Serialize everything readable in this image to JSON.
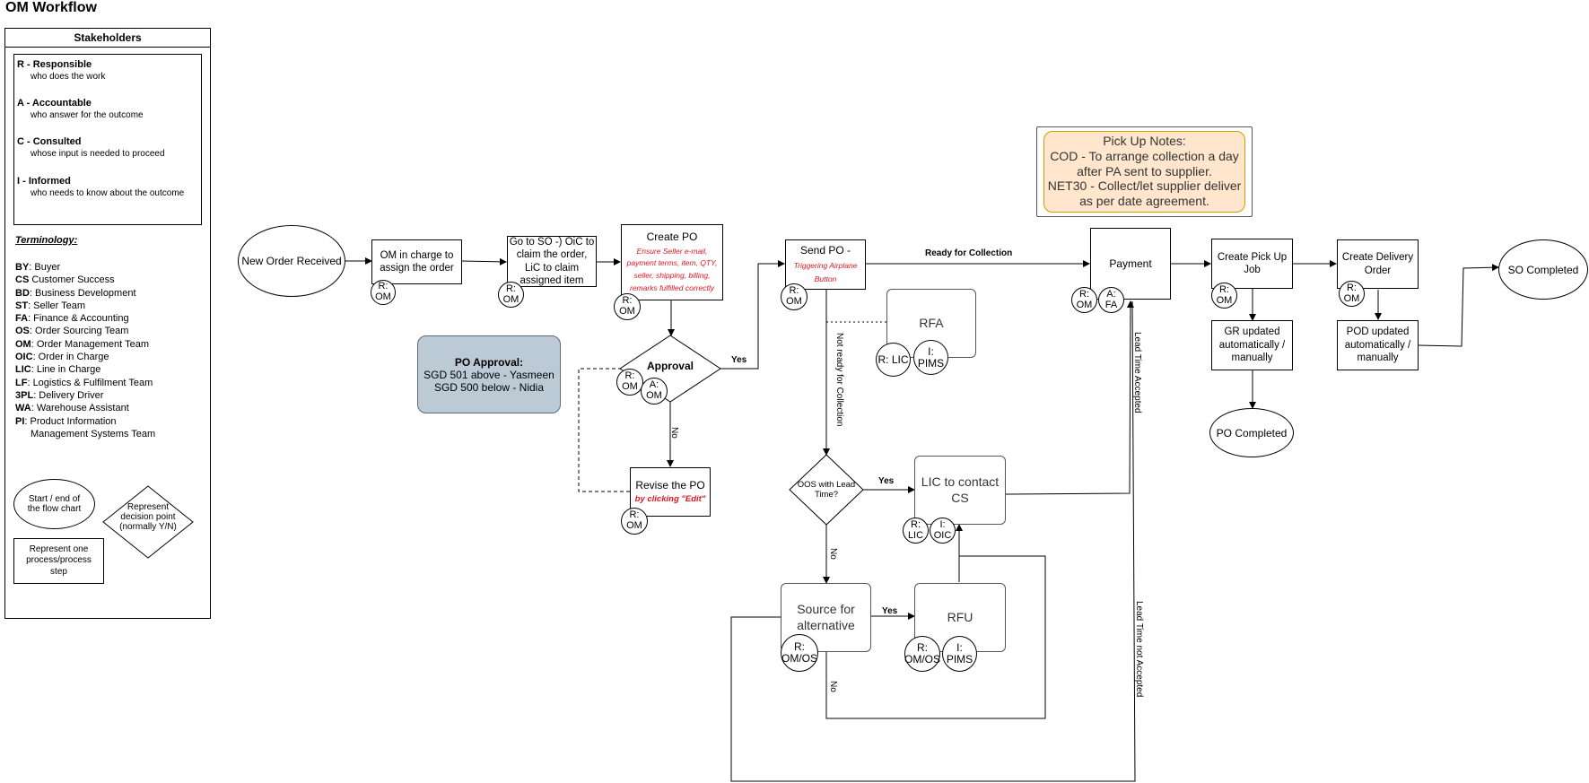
{
  "title": "OM Workflow",
  "stakeholders": {
    "header": "Stakeholders",
    "raci": [
      {
        "key": "R - Responsible",
        "desc": "who does the work"
      },
      {
        "key": "A - Accountable",
        "desc": "who answer for the outcome"
      },
      {
        "key": "C - Consulted",
        "desc": "whose input is needed to proceed"
      },
      {
        "key": "I - Informed",
        "desc": "who needs to know about the outcome"
      }
    ],
    "terminology_title": "Terminology:",
    "terms": [
      {
        "abbr": "BY",
        "full": ": Buyer"
      },
      {
        "abbr": "CS",
        "full": " Customer Success"
      },
      {
        "abbr": "BD",
        "full": ": Business Development"
      },
      {
        "abbr": "ST",
        "full": ": Seller Team"
      },
      {
        "abbr": "FA",
        "full": ": Finance & Accounting"
      },
      {
        "abbr": "OS",
        "full": ": Order Sourcing Team"
      },
      {
        "abbr": "OM",
        "full": ": Order Management Team"
      },
      {
        "abbr": "OIC",
        "full": ": Order in Charge"
      },
      {
        "abbr": "LIC",
        "full": ": Line in Charge"
      },
      {
        "abbr": "LF",
        "full": ": Logistics & Fulfilment Team"
      },
      {
        "abbr": "3PL",
        "full": ": Delivery Driver"
      },
      {
        "abbr": "WA",
        "full": ": Warehouse Assistant"
      },
      {
        "abbr": "PI",
        "full": ": Product Information"
      },
      {
        "abbr": "",
        "full": "Management Systems Team"
      }
    ],
    "legend": {
      "ellipse": "Start / end of the flow chart",
      "diamond": "Represent decision point (normally Y/N)",
      "rect": "Represent one process/process step"
    }
  },
  "nodes": {
    "new_order": "New Order Received",
    "om_assign": "OM in charge to assign the order",
    "go_to_so": "Go to SO -) OiC to claim the order, LiC to claim assigned item",
    "create_po": {
      "title": "Create PO",
      "note": "Ensure Seller e-mail, payment terms, item, QTY, seller, shipping, billing, remarks fulfilled correctly"
    },
    "approval": "Approval",
    "revise_po": {
      "title": "Revise the PO",
      "note": "by clicking \"Edit\""
    },
    "send_po": {
      "title": "Send PO -",
      "note": "Triggering Airplane Button"
    },
    "rfa": "RFA",
    "oos": "OOS with Lead Time?",
    "lic_contact": "LIC to contact CS",
    "source_alt": "Source for alternative",
    "rfu": "RFU",
    "payment": "Payment",
    "create_pickup": "Create Pick Up Job",
    "gr_updated": "GR updated automatically / manually",
    "po_completed": "PO Completed",
    "create_delivery": "Create Delivery Order",
    "pod_updated": "POD updated automatically / manually",
    "so_completed": "SO Completed"
  },
  "approval_box": {
    "title": "PO Approval:",
    "line1": "SGD 501 above - Yasmeen",
    "line2": "SGD 500 below  - Nidia"
  },
  "pickup_notes": {
    "title": "Pick Up Notes:",
    "line1": "COD - To arrange collection a day after PA sent to supplier.",
    "line2": "NET30 - Collect/let supplier deliver as per date agreement."
  },
  "badges": {
    "om_assign_r": "R:\nOM",
    "go_to_so_r": "R:\nOM",
    "create_po_r": "R:\nOM",
    "approval_r": "R:\nOM",
    "approval_a": "A:\nOM",
    "revise_po_r": "R:\nOM",
    "send_po_r": "R:\nOM",
    "rfa_r": "R: LIC",
    "rfa_i": "I:\nPIMS",
    "lic_contact_r": "R:\nLIC",
    "lic_contact_i": "I:\nOIC",
    "source_alt_r": "R:\nOM/OS",
    "rfu_r": "R:\nOM/OS",
    "rfu_i": "I:\nPIMS",
    "payment_r": "R:\nOM",
    "payment_a": "A:\nFA",
    "pickup_r": "R:\nOM",
    "delivery_r": "R:\nOM"
  },
  "edge_labels": {
    "yes_approval": "Yes",
    "no_approval": "No",
    "ready_collection": "Ready for Collection",
    "not_ready": "Not ready for Collection",
    "yes_oos": "Yes",
    "no_oos": "No",
    "yes_source": "Yes",
    "no_source": "No",
    "lead_accepted": "Lead Time Accepted",
    "lead_not_accepted": "Lead Time not Accepted"
  }
}
